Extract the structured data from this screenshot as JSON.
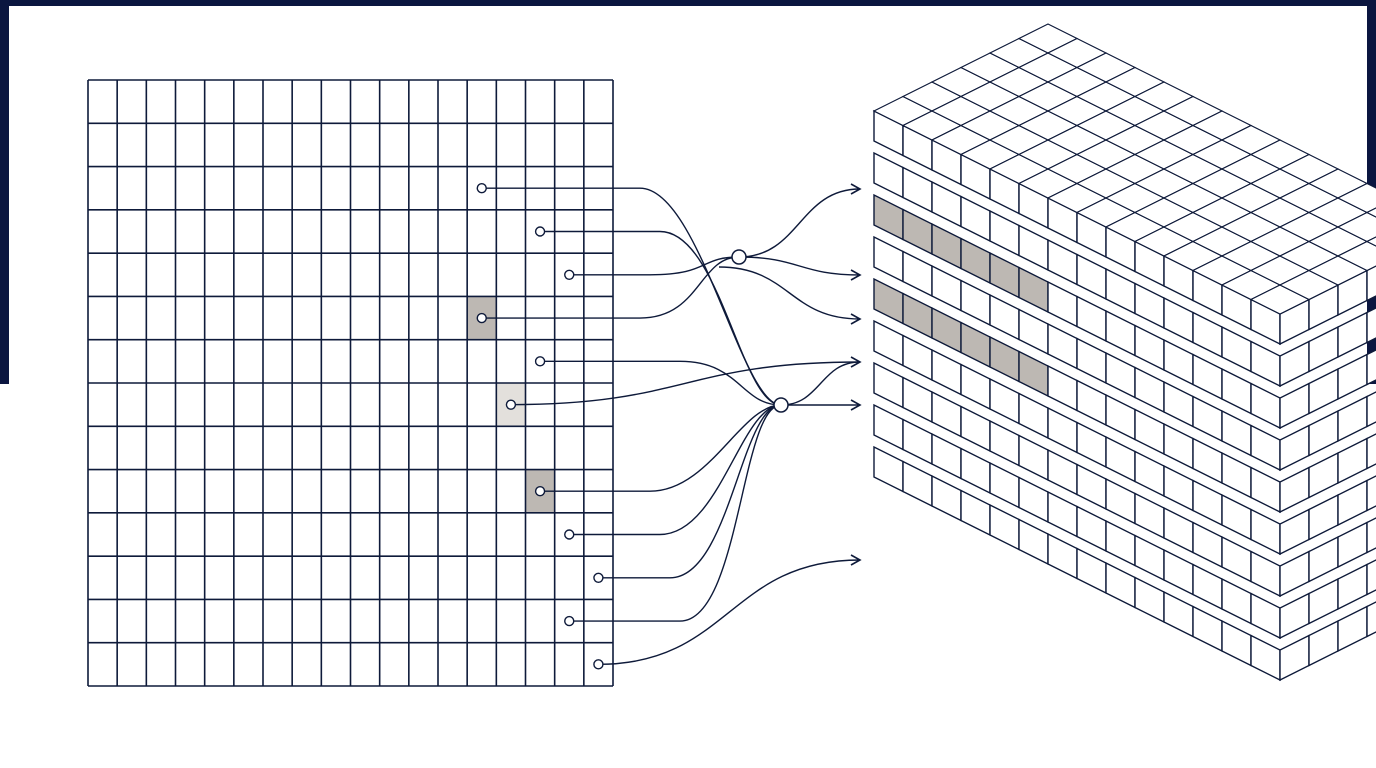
{
  "colors": {
    "ink": "#0e1a3a",
    "frame": "#0b1640",
    "shade": "#bdb8b3",
    "shade_light": "#e3e0dc",
    "paper": "#ffffff"
  },
  "grid": {
    "rows": 14,
    "cols": 18,
    "shaded_cells": [
      {
        "row": 5,
        "col": 13,
        "tone": "shade"
      },
      {
        "row": 7,
        "col": 14,
        "tone": "shade_light"
      },
      {
        "row": 9,
        "col": 15,
        "tone": "shade"
      }
    ]
  },
  "taps": [
    {
      "row": 2,
      "col": 13
    },
    {
      "row": 3,
      "col": 15
    },
    {
      "row": 4,
      "col": 16
    },
    {
      "row": 5,
      "col": 13
    },
    {
      "row": 6,
      "col": 15
    },
    {
      "row": 7,
      "col": 14
    },
    {
      "row": 9,
      "col": 15
    },
    {
      "row": 10,
      "col": 16
    },
    {
      "row": 11,
      "col": 17
    },
    {
      "row": 12,
      "col": 16
    },
    {
      "row": 13,
      "col": 17
    }
  ],
  "hubs": [
    {
      "name": "hub-a"
    },
    {
      "name": "hub-b"
    }
  ],
  "outputs": [
    {
      "name": "output-arrow-1"
    },
    {
      "name": "output-arrow-2"
    },
    {
      "name": "output-arrow-3"
    },
    {
      "name": "output-arrow-4"
    },
    {
      "name": "output-arrow-5"
    },
    {
      "name": "output-arrow-6"
    }
  ],
  "stack": {
    "layers": 9,
    "rows_per_layer": 6,
    "cols_per_layer": 14
  }
}
